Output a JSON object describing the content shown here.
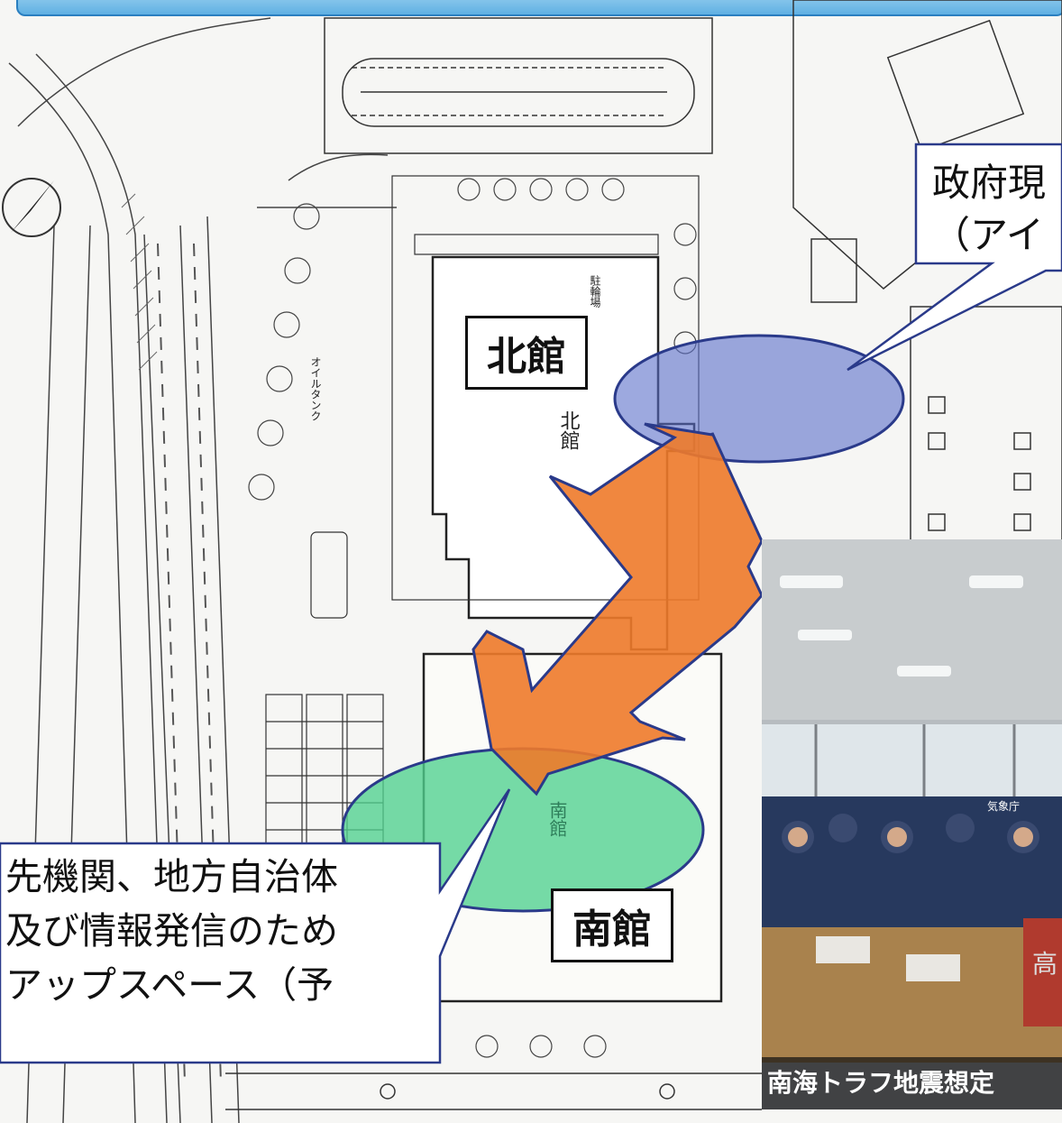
{
  "buildings": {
    "north_label": "北館",
    "south_label": "南館",
    "north_plan_text": "北館",
    "south_plan_text": "南館"
  },
  "callouts": {
    "government": {
      "lines": [
        "政府現",
        "（アイ"
      ]
    },
    "agencies": {
      "lines": [
        "先機関、地方自治体",
        "及び情報発信のため",
        "アップスペース（予"
      ]
    }
  },
  "photo": {
    "caption": "南海トラフ地震想定",
    "vest_text_1": "気象庁",
    "vest_text_2": "高"
  },
  "plan_texts": {
    "parking": "駐輪場",
    "oil_tank": "オイルタンク"
  },
  "colors": {
    "north_ellipse": "#5b6fc9",
    "south_ellipse": "#4fd18e",
    "arrow": "#ee7a2a",
    "banner": "#5fb0e3"
  }
}
